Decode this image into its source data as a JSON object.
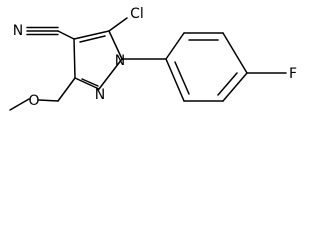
{
  "molecule": {
    "atoms": {
      "nitrile_n": "N",
      "chloro": "Cl",
      "ring_n1": "N",
      "ring_n2": "N",
      "ether_o": "O",
      "fluoro": "F"
    }
  },
  "colors": {
    "bond": "#000000",
    "text": "#000000",
    "background": "#ffffff"
  }
}
